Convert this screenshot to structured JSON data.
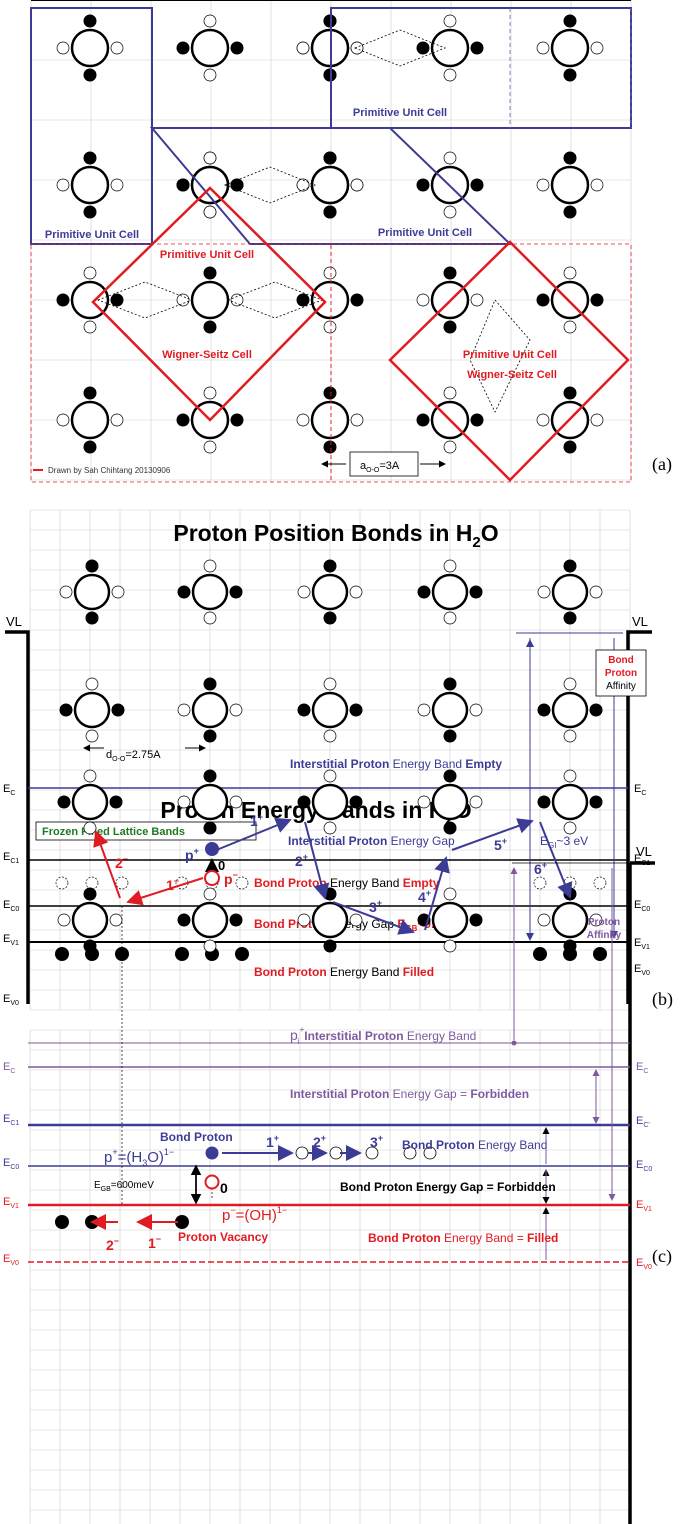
{
  "colors": {
    "red": "#e11b22",
    "blue": "#3c3c96",
    "blue_light": "#6a6ab4",
    "purple": "#7d5a9e",
    "green": "#1f7a1f",
    "black": "#000000",
    "grid": "#c8c8c8"
  },
  "panel_a": {
    "label": "(a)",
    "primitive_cell_top_right": "Primitive Unit Cell",
    "primitive_cell_left": "Primitive Unit Cell",
    "primitive_cell_middle": "Primitive Unit Cell",
    "primitive_cell_red": "Primitive Unit Cell",
    "wigner_seitz_red": "Wigner-Seitz Cell",
    "primitive_cell_red_right": "Primitive Unit Cell",
    "wigner_seitz_red_right": "Wigner-Seitz Cell",
    "credit": "Drawn by Sah Chihtang 20130906",
    "lattice_spacing_a": "a",
    "lattice_spacing_sub": "O-O",
    "lattice_spacing_val": "=3A"
  },
  "panel_b": {
    "label": "(b)",
    "title_1": "Proton Position Bonds in H",
    "title_1_sub": "2",
    "title_1_end": "O",
    "title_2": "Proton Energy Bands in H",
    "title_2_sub": "2",
    "title_2_end": "O",
    "vl_left": "VL",
    "vl_right": "VL",
    "affinity_1": "Bond",
    "affinity_2": "Proton",
    "affinity_3": "Affinity",
    "d_label": "d",
    "d_sub": "O-O",
    "d_val": "=2.75A",
    "frozen": "Frozen Filled Lattice Bands",
    "interstitial_band_1": "Interstitial Proton",
    "interstitial_band_2": " Energy Band ",
    "interstitial_band_3": "Empty",
    "interstitial_gap_1": "Interstitial Proton",
    "interstitial_gap_2": " Energy Gap",
    "egi": "E",
    "egi_sub": "GI",
    "egi_val": "~3 eV",
    "bond_band_empty_1": "Bond Proton",
    "bond_band_empty_2": " Energy Band ",
    "bond_band_empty_3": "Empty",
    "bond_gap_1": "Bond Proton",
    "bond_gap_2": " Energy Gap ",
    "egb": "E",
    "egb_sub": "GB",
    "egb_val": "~0.6eV",
    "bond_band_filled_1": "Bond Proton",
    "bond_band_filled_2": " Energy Band ",
    "bond_band_filled_3": "Filled",
    "ec": "E",
    "ec_sub": "C",
    "ec1": "E",
    "ec1_sub": "C1",
    "ec0": "E",
    "ec0_sub": "C0",
    "ev1": "E",
    "ev1_sub": "V1",
    "ev0": "E",
    "ev0_sub": "V0"
  },
  "panel_c": {
    "label": "(c)",
    "vl": "VL",
    "p_plus": "p",
    "p_plus_sup": "+",
    "p_minus": "p",
    "p_minus_sup": "−",
    "zero": "0",
    "zero_b": "0",
    "step_1p": "1",
    "step_2p": "2",
    "step_3p": "3",
    "step_4p": "4",
    "step_5p": "5",
    "step_6p": "6",
    "plus": "+",
    "step_1m": "1",
    "step_2m": "2",
    "minus": "−",
    "affinity_1": "Proton",
    "affinity_2": "Affinity",
    "pi_label": "p",
    "pi_sub": "i",
    "pi_sup": "+",
    "interstitial_band_1": "Interstitial Proton",
    "interstitial_band_2": " Energy Band",
    "interstitial_gap_1": "Interstitial Proton",
    "interstitial_gap_2": " Energy Gap = ",
    "interstitial_gap_3": "Forbidden",
    "bond_proton": "Bond Proton",
    "h3o": "p",
    "h3o_sup": "+",
    "h3o_val": "=(H",
    "h3o_sub": "3",
    "h3o_end": "O)",
    "h3o_exp": "1−",
    "bond_band_1": "Bond Proton",
    "bond_band_2": " Energy Band",
    "egb": "E",
    "egb_sub": "GB",
    "egb_val": "=600meV",
    "bond_gap_1": "Bond Proton Energy Gap = ",
    "bond_gap_2": "Forbidden",
    "oh": "p",
    "oh_sup": "−",
    "oh_val": "=(OH)",
    "oh_exp": "1−",
    "vacancy": "Proton Vacancy",
    "filled_1": "Bond Proton",
    "filled_2": " Energy Band = ",
    "filled_3": "Filled",
    "ec": "E",
    "ec_sub": "C",
    "ec1": "E",
    "ec1_sub": "C1",
    "ec0": "E",
    "ec0_sub": "C0",
    "ev1": "E",
    "ev1_sub": "V1",
    "ev0": "E",
    "ev0_sub": "V0",
    "ec_r": "E",
    "ec_r_sub": "C",
    "ec1_r": "E",
    "ec1_r_sub": "C'",
    "ec0_r": "E",
    "ec0_r_sub": "C0",
    "ev1_r": "E",
    "ev1_r_sub": "V1",
    "ev0_r": "E",
    "ev0_r_sub": "V0"
  }
}
